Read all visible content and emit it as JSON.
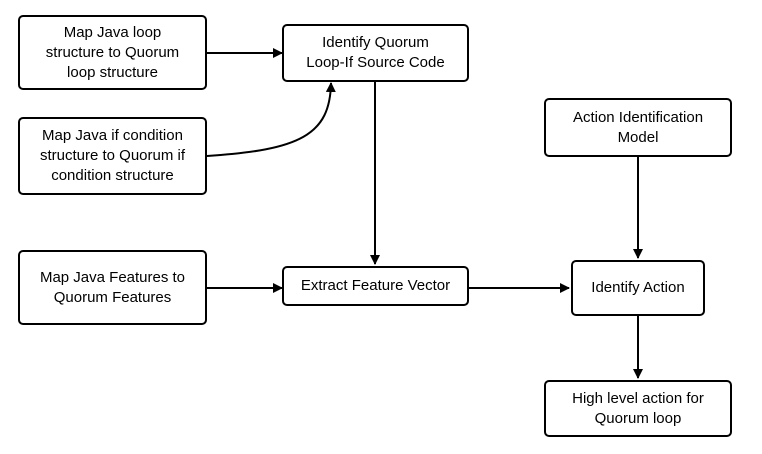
{
  "nodes": {
    "map_loop": "Map Java loop\nstructure to Quorum\nloop structure",
    "identify_source": "Identify Quorum\nLoop-If Source Code",
    "map_if": "Map Java if condition\nstructure to Quorum if\ncondition structure",
    "action_model": "Action Identification\nModel",
    "map_features": "Map Java Features  to\nQuorum Features",
    "extract_vector": "Extract Feature Vector",
    "identify_action": "Identify Action",
    "high_level": "High level action for\nQuorum loop"
  }
}
